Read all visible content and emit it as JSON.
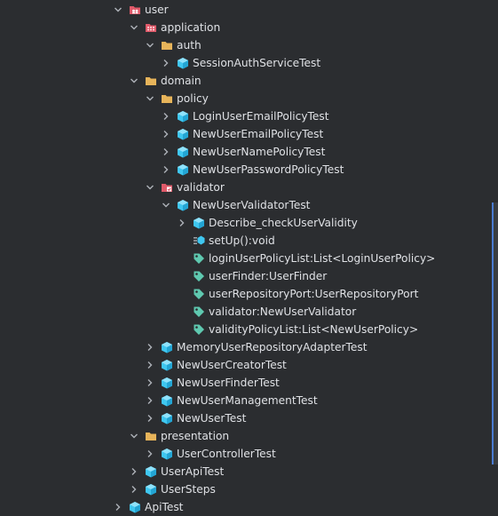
{
  "tree": [
    {
      "label": "user",
      "level": 0,
      "icon": "module-folder-icon",
      "toggle": "expanded"
    },
    {
      "label": "application",
      "level": 1,
      "icon": "package-red-icon",
      "toggle": "expanded"
    },
    {
      "label": "auth",
      "level": 2,
      "icon": "folder-icon",
      "toggle": "expanded"
    },
    {
      "label": "SessionAuthServiceTest",
      "level": 3,
      "icon": "test-class-icon",
      "toggle": "collapsed"
    },
    {
      "label": "domain",
      "level": 1,
      "icon": "folder-icon",
      "toggle": "expanded"
    },
    {
      "label": "policy",
      "level": 2,
      "icon": "folder-icon",
      "toggle": "expanded"
    },
    {
      "label": "LoginUserEmailPolicyTest",
      "level": 3,
      "icon": "test-class-icon",
      "toggle": "collapsed"
    },
    {
      "label": "NewUserEmailPolicyTest",
      "level": 3,
      "icon": "test-class-icon",
      "toggle": "collapsed"
    },
    {
      "label": "NewUserNamePolicyTest",
      "level": 3,
      "icon": "test-class-icon",
      "toggle": "collapsed"
    },
    {
      "label": "NewUserPasswordPolicyTest",
      "level": 3,
      "icon": "test-class-icon",
      "toggle": "collapsed"
    },
    {
      "label": "validator",
      "level": 2,
      "icon": "folder-red-icon",
      "toggle": "expanded"
    },
    {
      "label": "NewUserValidatorTest",
      "level": 3,
      "icon": "test-class-icon",
      "toggle": "expanded"
    },
    {
      "label": "Describe_checkUserValidity",
      "level": 4,
      "icon": "test-class-icon",
      "toggle": "collapsed"
    },
    {
      "label": "setUp():void",
      "level": 4,
      "icon": "method-icon",
      "toggle": "none"
    },
    {
      "label": "loginUserPolicyList:List<LoginUserPolicy>",
      "level": 4,
      "icon": "field-tag-icon",
      "toggle": "none"
    },
    {
      "label": "userFinder:UserFinder",
      "level": 4,
      "icon": "field-tag-icon",
      "toggle": "none"
    },
    {
      "label": "userRepositoryPort:UserRepositoryPort",
      "level": 4,
      "icon": "field-tag-icon",
      "toggle": "none"
    },
    {
      "label": "validator:NewUserValidator",
      "level": 4,
      "icon": "field-tag-icon",
      "toggle": "none"
    },
    {
      "label": "validityPolicyList:List<NewUserPolicy>",
      "level": 4,
      "icon": "field-tag-icon",
      "toggle": "none"
    },
    {
      "label": "MemoryUserRepositoryAdapterTest",
      "level": 2,
      "icon": "test-class-icon",
      "toggle": "collapsed"
    },
    {
      "label": "NewUserCreatorTest",
      "level": 2,
      "icon": "test-class-icon",
      "toggle": "collapsed"
    },
    {
      "label": "NewUserFinderTest",
      "level": 2,
      "icon": "test-class-icon",
      "toggle": "collapsed"
    },
    {
      "label": "NewUserManagementTest",
      "level": 2,
      "icon": "test-class-icon",
      "toggle": "collapsed"
    },
    {
      "label": "NewUserTest",
      "level": 2,
      "icon": "test-class-icon",
      "toggle": "collapsed"
    },
    {
      "label": "presentation",
      "level": 1,
      "icon": "folder-icon",
      "toggle": "expanded"
    },
    {
      "label": "UserControllerTest",
      "level": 2,
      "icon": "test-class-icon",
      "toggle": "collapsed"
    },
    {
      "label": "UserApiTest",
      "level": 1,
      "icon": "test-class-icon",
      "toggle": "collapsed"
    },
    {
      "label": "UserSteps",
      "level": 1,
      "icon": "test-class-icon",
      "toggle": "collapsed"
    },
    {
      "label": "ApiTest",
      "level": 0,
      "icon": "test-class-icon",
      "toggle": "collapsed"
    }
  ],
  "colors": {
    "background": "#2b2d30",
    "text": "#dfe1e5",
    "chevron": "#aeb2b8",
    "folder": "#e7b45a",
    "red": "#e05a6a",
    "cyan": "#3fc7f0",
    "tag": "#5fc9b0",
    "scroll_accent": "#4a7bd0"
  }
}
